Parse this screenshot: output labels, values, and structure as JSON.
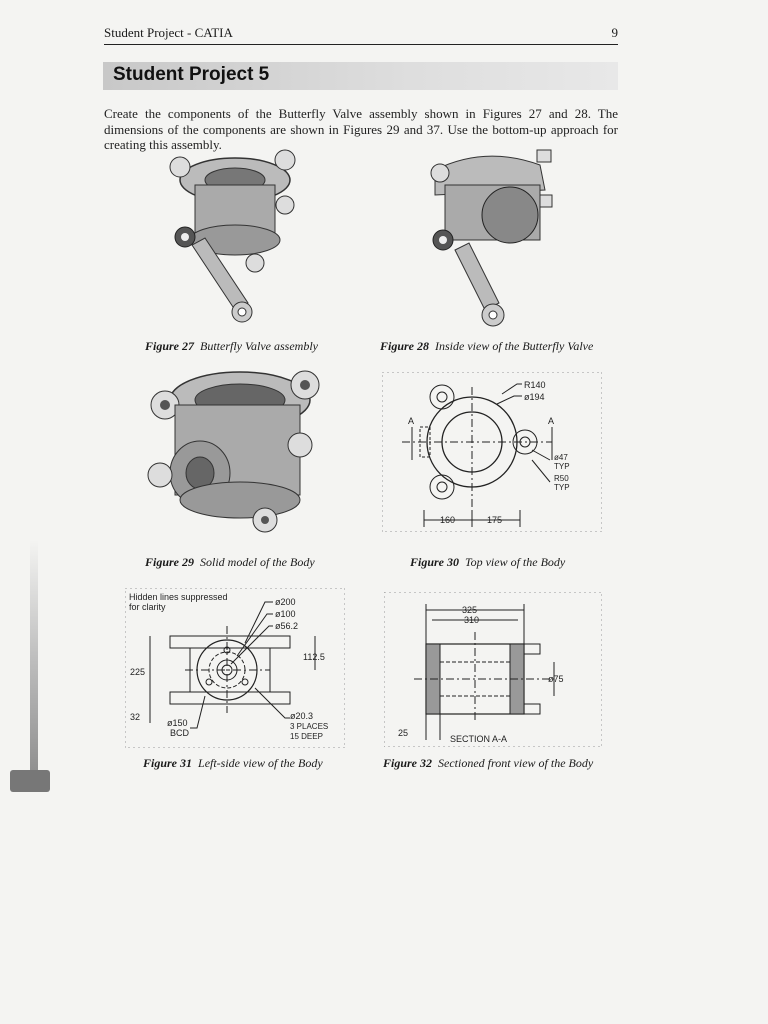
{
  "header": {
    "title": "Student Project - CATIA",
    "page_number": "9"
  },
  "banner": {
    "title": "Student Project 5"
  },
  "intro": "Create the components of the Butterfly Valve assembly shown in Figures 27 and 28. The dimensions of the components are shown in Figures 29 and 37. Use the bottom-up approach for creating this assembly.",
  "figures": [
    {
      "number": "Figure 27",
      "caption": "Butterfly Valve assembly"
    },
    {
      "number": "Figure 28",
      "caption": "Inside view of the Butterfly Valve"
    },
    {
      "number": "Figure 29",
      "caption": "Solid model of the Body"
    },
    {
      "number": "Figure 30",
      "caption": "Top view of the Body"
    },
    {
      "number": "Figure 31",
      "caption": "Left-side view of the Body"
    },
    {
      "number": "Figure 32",
      "caption": "Sectioned front view of the Body"
    }
  ],
  "fig30_labels": {
    "r140": "R140",
    "d194": "ø194",
    "a_left": "A",
    "a_right": "A",
    "d47": "ø47",
    "typ1": "TYP",
    "r50": "R50",
    "typ2": "TYP",
    "dim160": "160",
    "dim175": "175"
  },
  "fig31_labels": {
    "note1": "Hidden lines suppressed",
    "note2": "for clarity",
    "d200": "ø200",
    "d100": "ø100",
    "d56": "ø56.2",
    "dim112": "112.5",
    "dim225": "225",
    "dim32": "32",
    "d150": "ø150",
    "bcd": "BCD",
    "d203": "ø20.3",
    "places": "3 PLACES",
    "deep": "15 DEEP"
  },
  "fig32_labels": {
    "dim325": "325",
    "dim310": "310",
    "d75": "ø75",
    "dim25": "25",
    "section": "SECTION A-A"
  }
}
